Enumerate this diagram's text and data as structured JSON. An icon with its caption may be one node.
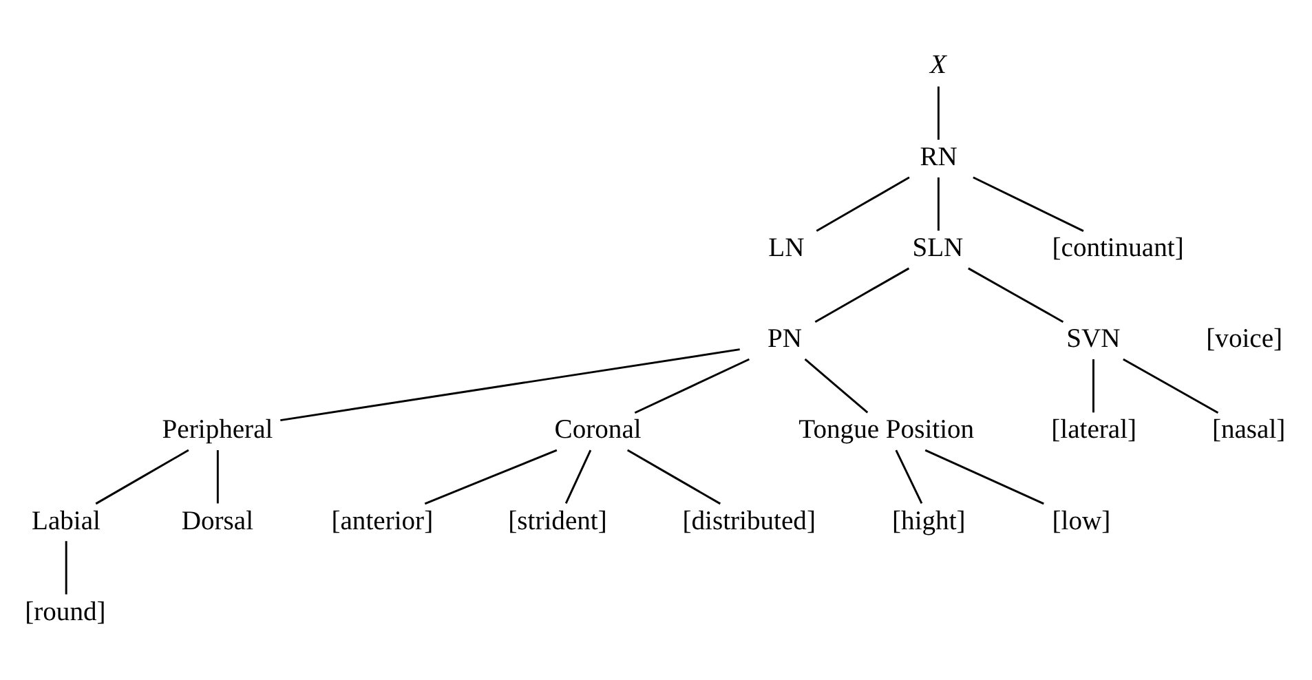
{
  "diagram": {
    "nodes": [
      {
        "text": [
          "X"
        ]
      },
      {
        "text": [
          "RN"
        ]
      },
      {
        "text": [
          "LN"
        ]
      },
      {
        "text": [
          "SLN"
        ]
      },
      {
        "text": [
          "[continuant]"
        ]
      },
      {
        "text": [
          "PN"
        ]
      },
      {
        "text": [
          "SVN"
        ]
      },
      {
        "text": [
          "[lateral]"
        ]
      },
      {
        "text": [
          "[nasal]"
        ]
      },
      {
        "text": [
          "Peripheral"
        ]
      },
      {
        "text": [
          "Coronal"
        ]
      },
      {
        "text": [
          "Tongue Position"
        ]
      },
      {
        "text": [
          "Labial"
        ]
      },
      {
        "text": [
          "Dorsal"
        ]
      },
      {
        "text": [
          "[anterior]"
        ]
      },
      {
        "text": [
          "[strident]"
        ]
      },
      {
        "text": [
          "[distributed]"
        ]
      },
      {
        "text": [
          "[hight]"
        ]
      },
      {
        "text": [
          "[low]"
        ]
      },
      {
        "text": [
          "[round]"
        ]
      }
    ],
    "edges": [
      {
        "from": 0,
        "to": 1,
        "arrow": "none"
      },
      {
        "from": 1,
        "to": 2,
        "arrow": "none"
      },
      {
        "from": 1,
        "to": 3,
        "arrow": "none"
      },
      {
        "from": 1,
        "to": 4,
        "arrow": "none"
      },
      {
        "from": 3,
        "to": 5,
        "arrow": "none"
      },
      {
        "from": 3,
        "to": 6,
        "arrow": "none"
      },
      {
        "from": 6,
        "to": 7,
        "arrow": "none"
      },
      {
        "from": 6,
        "to": 8,
        "arrow": "none"
      },
      {
        "from": 5,
        "to": 9,
        "arrow": "none"
      },
      {
        "from": 5,
        "to": 10,
        "arrow": "none"
      },
      {
        "from": 5,
        "to": 11,
        "arrow": "none"
      },
      {
        "from": 9,
        "to": 12,
        "arrow": "none"
      },
      {
        "from": 9,
        "to": 13,
        "arrow": "none"
      },
      {
        "from": 10,
        "to": 14,
        "arrow": "none"
      },
      {
        "from": 10,
        "to": 15,
        "arrow": "none"
      },
      {
        "from": 10,
        "to": 16,
        "arrow": "none"
      },
      {
        "from": 11,
        "to": 17,
        "arrow": "none"
      },
      {
        "from": 11,
        "to": 18,
        "arrow": "none"
      },
      {
        "from": 12,
        "to": 19,
        "arrow": "none"
      }
    ],
    "labels": [
      "[voice]"
    ]
  }
}
